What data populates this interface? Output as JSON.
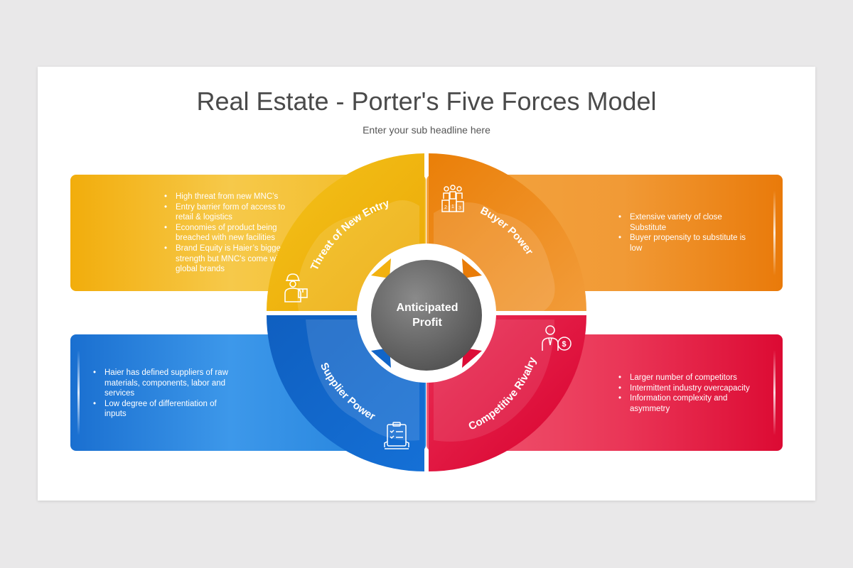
{
  "title": "Real Estate - Porter's Five Forces Model",
  "subtitle": "Enter your sub headline here",
  "center": {
    "line1": "Anticipated",
    "line2": "Profit"
  },
  "quadrants": {
    "top_left": {
      "label": "Threat of New Entry",
      "icon": "worker-with-box-icon",
      "color": "#f0b10c",
      "bullets": [
        "High threat from new MNC’s",
        "Entry barrier form of access to retail & logistics",
        "Economies of product being breached with new facilities",
        "Brand Equity is Haier’s biggest strength but MNC’s come with global brands"
      ]
    },
    "top_right": {
      "label": "Buyer Power",
      "icon": "podium-people-icon",
      "color": "#e8800c",
      "bullets": [
        "Extensive variety of close Substitute",
        "Buyer propensity to substitute is low"
      ]
    },
    "bottom_left": {
      "label": "Supplier Power",
      "icon": "checklist-clipboard-icon",
      "color": "#1266c8",
      "bullets": [
        "Haier has defined suppliers of raw materials, components, labor and services",
        "Low degree of differentiation of inputs"
      ]
    },
    "bottom_right": {
      "label": "Competitive Rivalry",
      "icon": "businessman-dollar-icon",
      "color": "#dc1038",
      "bullets": [
        "Larger number of competitors",
        "Intermittent industry overcapacity",
        "Information complexity and asymmetry"
      ]
    }
  }
}
